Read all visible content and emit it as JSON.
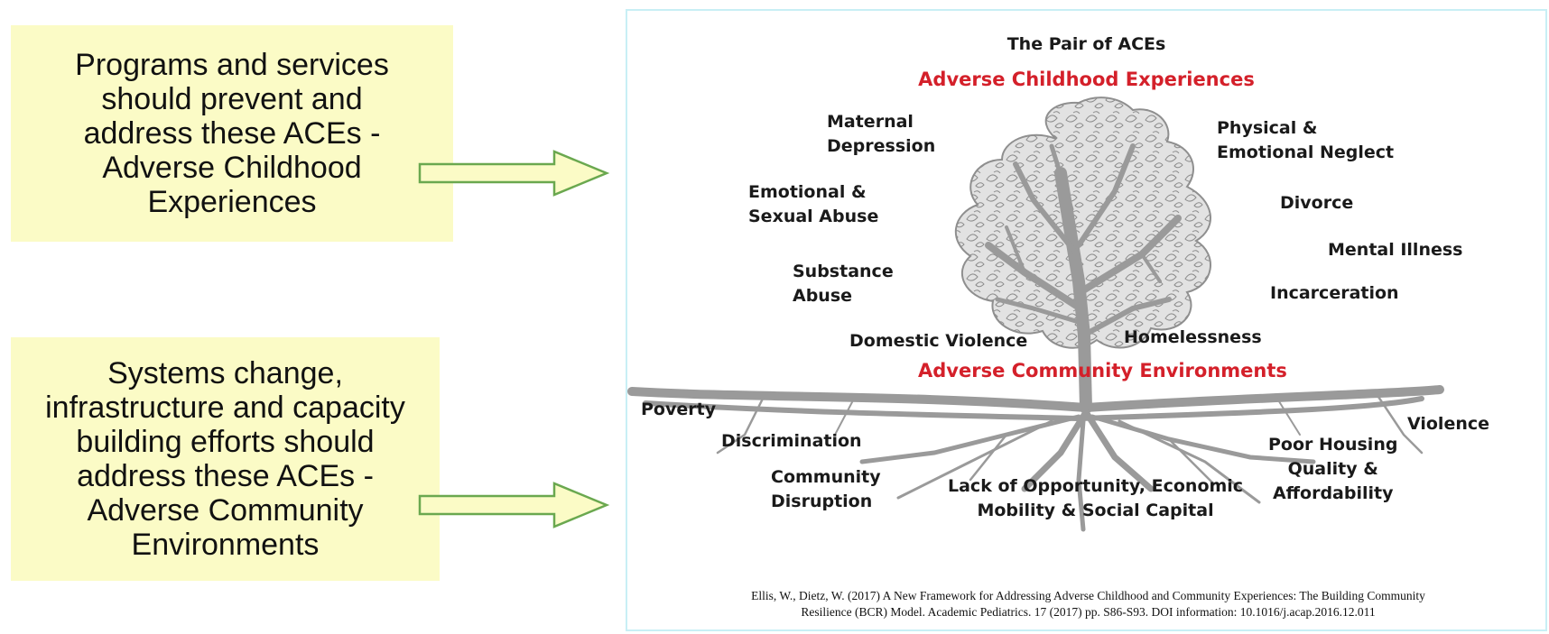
{
  "callouts": {
    "top": [
      "Programs and services",
      "should prevent and",
      "address these ACEs -",
      "Adverse Childhood",
      "Experiences"
    ],
    "bottom": [
      "Systems change,",
      "infrastructure and capacity",
      "building efforts should",
      "address these ACEs -",
      "Adverse Community",
      "Environments"
    ]
  },
  "diagram": {
    "title": "The Pair of ACEs",
    "childhood_heading": "Adverse Childhood Experiences",
    "community_heading": "Adverse Community Environments",
    "childhood_labels": {
      "maternal_depression": [
        "Maternal",
        "Depression"
      ],
      "emotional_sexual_abuse": [
        "Emotional &",
        "Sexual Abuse"
      ],
      "substance_abuse": [
        "Substance",
        "Abuse"
      ],
      "domestic_violence": "Domestic Violence",
      "physical_emotional_neglect": [
        "Physical &",
        "Emotional Neglect"
      ],
      "divorce": "Divorce",
      "mental_illness": "Mental Illness",
      "incarceration": "Incarceration",
      "homelessness": "Homelessness"
    },
    "community_labels": {
      "poverty": "Poverty",
      "discrimination": "Discrimination",
      "community_disruption": [
        "Community",
        "Disruption"
      ],
      "lack_of_opportunity": [
        "Lack of Opportunity, Economic",
        "Mobility & Social Capital"
      ],
      "poor_housing": [
        "Poor Housing",
        "Quality &",
        "Affordability"
      ],
      "violence": "Violence"
    },
    "citation": [
      "Ellis, W., Dietz, W. (2017)  A New Framework for Addressing Adverse Childhood and Community Experiences: The Building Community",
      "Resilience (BCR) Model. Academic Pediatrics. 17 (2017) pp. S86-S93. DOI information: 10.1016/j.acap.2016.12.011"
    ]
  },
  "colors": {
    "callout_bg": "#fbfbc6",
    "arrow_fill": "#fbfbc6",
    "arrow_stroke": "#6aa84f",
    "heading_red": "#d4202a",
    "tree_gray": "#9a9a9a",
    "panel_border": "#c8eff5"
  }
}
